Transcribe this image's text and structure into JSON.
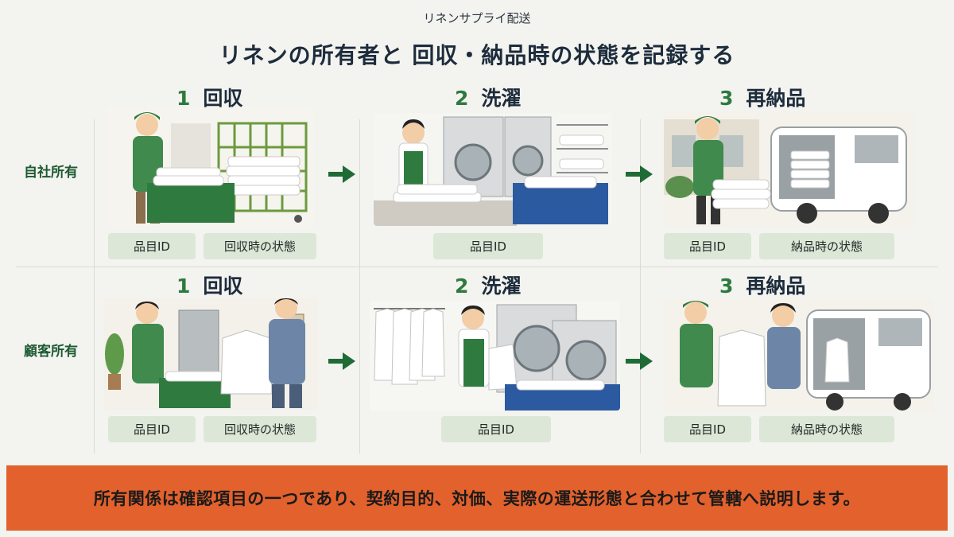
{
  "subtitle": "リネンサプライ配送",
  "title": "リネンの所有者と 回収・納品時の状態を記録する",
  "rows": [
    {
      "label": "自社所有",
      "steps": [
        {
          "num": "1",
          "name": "回収",
          "tags": [
            "品目ID",
            "回収時の状態"
          ]
        },
        {
          "num": "2",
          "name": "洗濯",
          "tags": [
            "品目ID"
          ]
        },
        {
          "num": "3",
          "name": "再納品",
          "tags": [
            "品目ID",
            "納品時の状態"
          ]
        }
      ]
    },
    {
      "label": "顧客所有",
      "steps": [
        {
          "num": "1",
          "name": "回収",
          "tags": [
            "品目ID",
            "回収時の状態"
          ]
        },
        {
          "num": "2",
          "name": "洗濯",
          "tags": [
            "品目ID"
          ]
        },
        {
          "num": "3",
          "name": "再納品",
          "tags": [
            "品目ID",
            "納品時の状態"
          ]
        }
      ]
    }
  ],
  "footer": "所有関係は確認項目の一つであり、契約目的、対価、実際の運送形態と合わせて管轄へ説明します。",
  "colors": {
    "accent_green": "#2e7a3e",
    "tag_bg": "#dde7d8",
    "footer_bg": "#e2612c"
  }
}
